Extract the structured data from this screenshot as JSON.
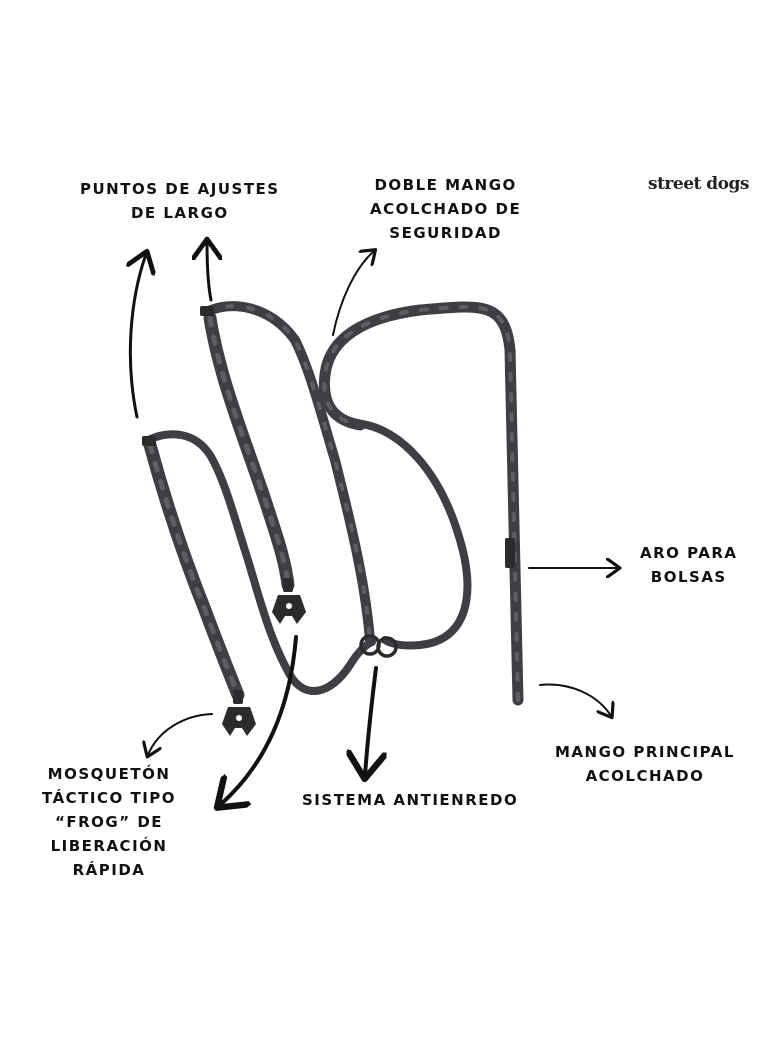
{
  "brand": {
    "logo_text": "street dogs"
  },
  "labels": {
    "length_adjust": [
      "PUNTOS DE AJUSTES",
      "DE LARGO"
    ],
    "double_handle": [
      "DOBLE MANGO",
      "ACOLCHADO DE",
      "SEGURIDAD"
    ],
    "bag_ring": [
      "ARO PARA",
      "BOLSAS"
    ],
    "main_handle": [
      "MANGO PRINCIPAL",
      "ACOLCHADO"
    ],
    "anti_tangle": [
      "SISTEMA ANTIENREDO"
    ],
    "carabiner": [
      "MOSQUETÓN",
      "TÁCTICO TIPO",
      "“FROG” DE",
      "LIBERACIÓN",
      "RÁPIDA"
    ]
  },
  "colors": {
    "ink": "#111111",
    "strap": "#3e3f43",
    "strap_pattern": "#5d5e62",
    "hardware": "#2b2b2e",
    "background": "#ffffff"
  }
}
